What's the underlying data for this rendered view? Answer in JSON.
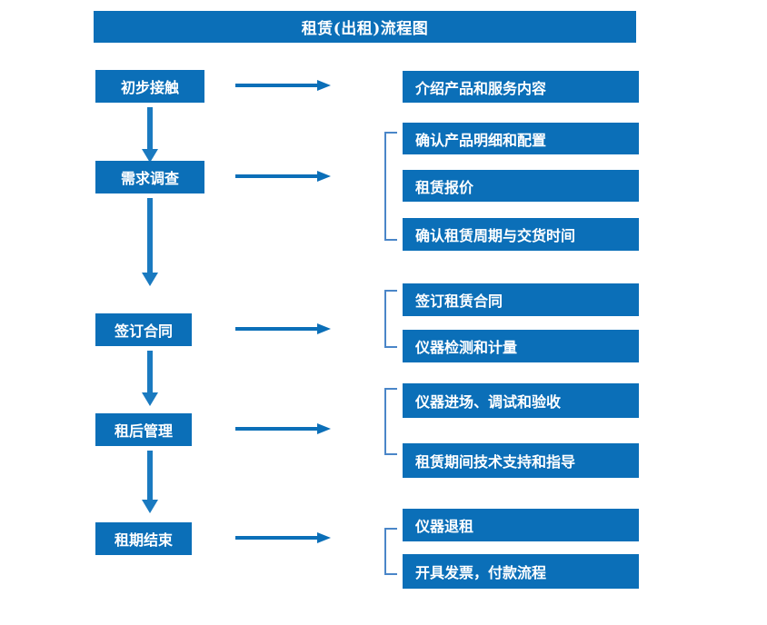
{
  "chart_data": {
    "type": "diagram",
    "title": "租赁(出租)流程图",
    "diagram_kind": "flowchart",
    "orientation": "vertical-stages-with-right-detail-lists",
    "colors": {
      "box_fill": "#0b6fb8",
      "box_text": "#ffffff",
      "arrow": "#0b6fb8",
      "bracket": "#4a86c8",
      "background": "#ffffff"
    },
    "stages": [
      {
        "label": "初步接触",
        "details": [
          "介绍产品和服务内容"
        ],
        "bracketed": false
      },
      {
        "label": "需求调查",
        "details": [
          "确认产品明细和配置",
          "租赁报价",
          "确认租赁周期与交货时间"
        ],
        "bracketed": true
      },
      {
        "label": "签订合同",
        "details": [
          "签订租赁合同",
          "仪器检测和计量"
        ],
        "bracketed": true
      },
      {
        "label": "租后管理",
        "details": [
          "仪器进场、调试和验收",
          "租赁期间技术支持和指导"
        ],
        "bracketed": true
      },
      {
        "label": "租期结束",
        "details": [
          "仪器退租",
          "开具发票，付款流程"
        ],
        "bracketed": true
      }
    ]
  },
  "header": {
    "title": "租赁(出租)流程图"
  },
  "stages": [
    {
      "label": "初步接触"
    },
    {
      "label": "需求调查"
    },
    {
      "label": "签订合同"
    },
    {
      "label": "租后管理"
    },
    {
      "label": "租期结束"
    }
  ],
  "details": [
    {
      "label": "介绍产品和服务内容"
    },
    {
      "label": "确认产品明细和配置"
    },
    {
      "label": "租赁报价"
    },
    {
      "label": "确认租赁周期与交货时间"
    },
    {
      "label": "签订租赁合同"
    },
    {
      "label": "仪器检测和计量"
    },
    {
      "label": "仪器进场、调试和验收"
    },
    {
      "label": "租赁期间技术支持和指导"
    },
    {
      "label": "仪器退租"
    },
    {
      "label": "开具发票，付款流程"
    }
  ]
}
